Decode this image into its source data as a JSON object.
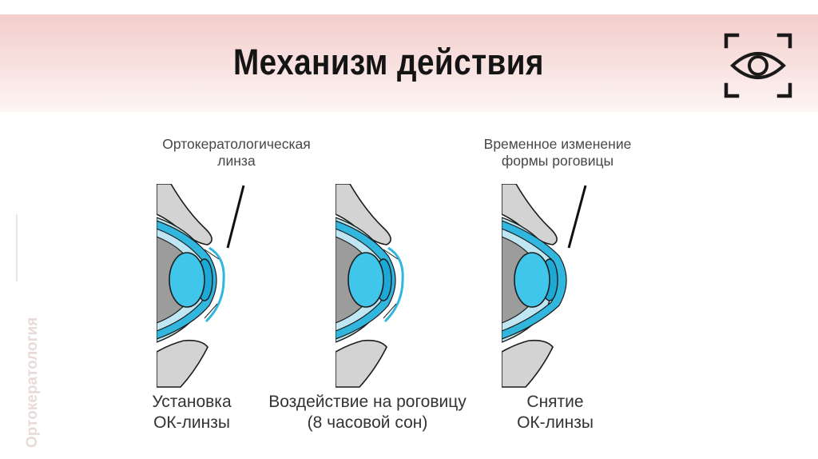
{
  "title": "Механизм действия",
  "side_label": "Ортокератология",
  "top_labels": {
    "lens": "Ортокератологическая\nлинза",
    "cornea_shape": "Временное изменение\nформы роговицы"
  },
  "stages": [
    {
      "label": "Установка\nОК-линзы",
      "has_lens": true
    },
    {
      "label": "Воздействие на роговицу\n(8 часовой сон)",
      "has_lens": true
    },
    {
      "label": "Снятие\nОК-линзы",
      "has_lens": false
    }
  ],
  "icons": {
    "logo": "eye-scan-icon"
  },
  "colors": {
    "header_top": "#f2cdcb",
    "cornea_blue": "#31b6dd",
    "lens_blue": "#3fc6ea",
    "lid_gray": "#d3d3d3",
    "outline": "#1c1c1c"
  }
}
